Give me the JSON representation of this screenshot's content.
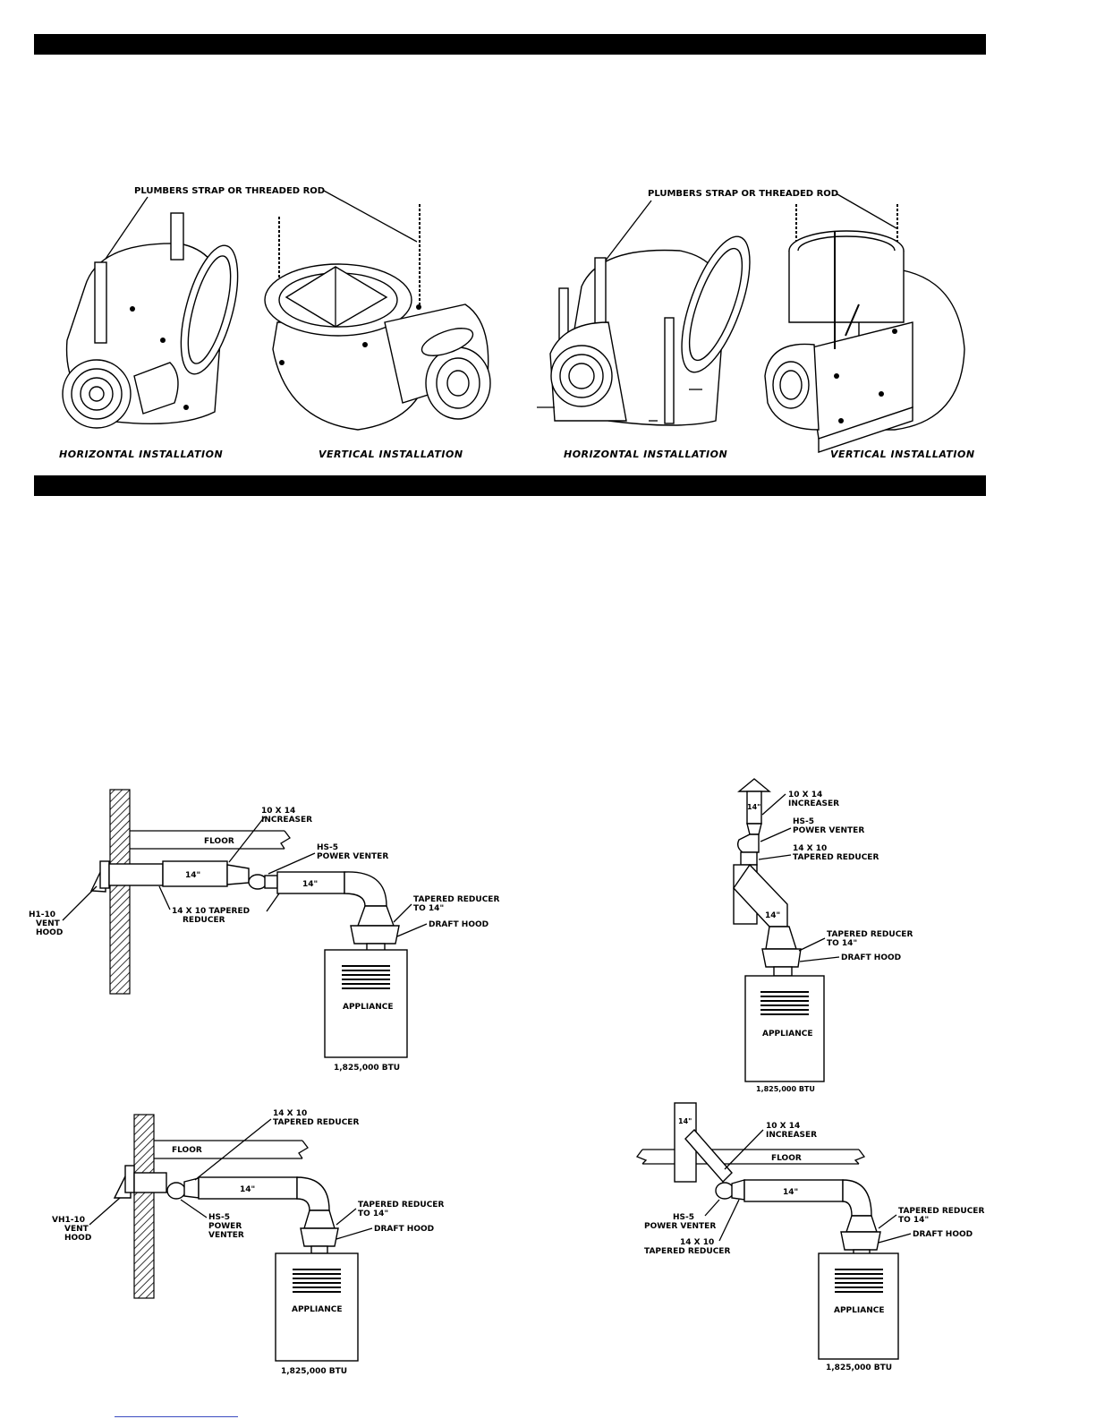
{
  "header_bars": 2,
  "mounting": {
    "callout_left": "PLUMBERS STRAP OR THREADED ROD",
    "callout_right": "PLUMBERS STRAP OR THREADED ROD",
    "captions": [
      "HORIZONTAL INSTALLATION",
      "VERTICAL INSTALLATION",
      "HORIZONTAL INSTALLATION",
      "VERTICAL INSTALLATION"
    ]
  },
  "diagrams": {
    "d1": {
      "increaser": [
        "10 X 14",
        "INCREASER"
      ],
      "floor": "FLOOR",
      "venter": [
        "HS-5",
        "POWER VENTER"
      ],
      "pipe_a": "14\"",
      "pipe_b": "14\"",
      "vent_hood": [
        "H1-10",
        "VENT",
        "HOOD"
      ],
      "reducer": [
        "14 X 10 TAPERED",
        "REDUCER"
      ],
      "tapered": [
        "TAPERED REDUCER",
        "TO 14\""
      ],
      "draft": "DRAFT HOOD",
      "appliance": "APPLIANCE",
      "btu": "1,825,000 BTU"
    },
    "d2": {
      "cap_pipe": "14\"",
      "increaser": [
        "10 X 14",
        "INCREASER"
      ],
      "venter": [
        "HS-5",
        "POWER VENTER"
      ],
      "reducer": [
        "14 X 10",
        "TAPERED REDUCER"
      ],
      "pipe": "14\"",
      "tapered": [
        "TAPERED REDUCER",
        "TO 14\""
      ],
      "draft": "DRAFT HOOD",
      "appliance": "APPLIANCE",
      "btu": "1,825,000 BTU"
    },
    "d3": {
      "reducer": [
        "14 X 10",
        "TAPERED REDUCER"
      ],
      "floor": "FLOOR",
      "pipe": "14\"",
      "vent_hood": [
        "VH1-10",
        "VENT",
        "HOOD"
      ],
      "venter": [
        "HS-5",
        "POWER",
        "VENTER"
      ],
      "tapered": [
        "TAPERED REDUCER",
        "TO 14\""
      ],
      "draft": "DRAFT HOOD",
      "appliance": "APPLIANCE",
      "btu": "1,825,000 BTU"
    },
    "d4": {
      "vert_pipe": "14\"",
      "increaser": [
        "10 X 14",
        "INCREASER"
      ],
      "floor": "FLOOR",
      "pipe": "14\"",
      "venter": [
        "HS-5",
        "POWER VENTER"
      ],
      "reducer": [
        "14 X 10",
        "TAPERED REDUCER"
      ],
      "tapered": [
        "TAPERED REDUCER",
        "TO 14\""
      ],
      "draft": "DRAFT HOOD",
      "appliance": "APPLIANCE",
      "btu": "1,825,000 BTU"
    }
  }
}
